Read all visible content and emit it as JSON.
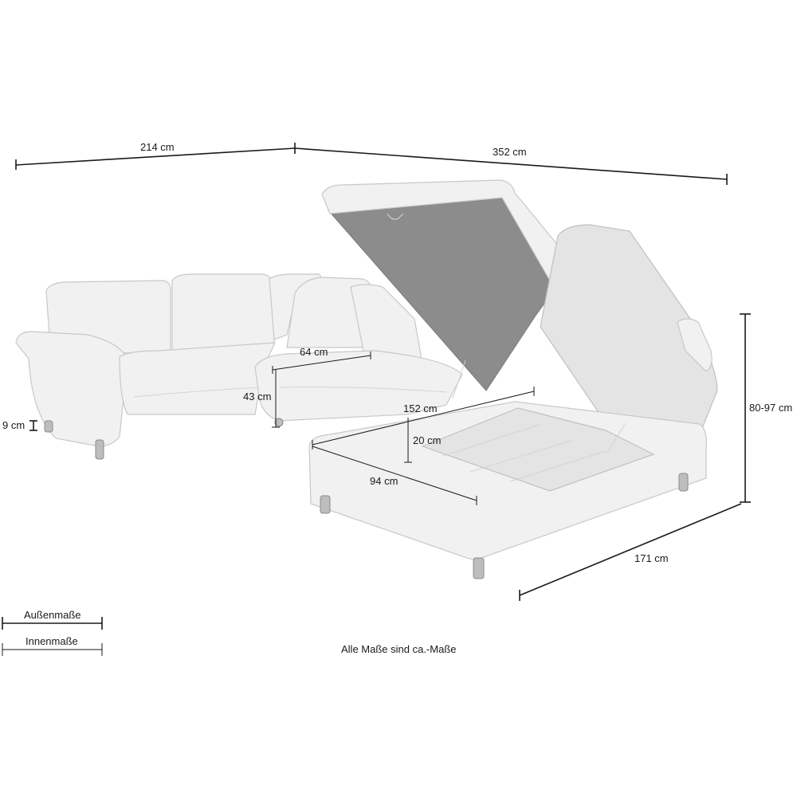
{
  "dimensions": {
    "width_left": "214 cm",
    "width_right": "352 cm",
    "height_total": "80-97 cm",
    "depth_recamiere": "171 cm",
    "seat_depth": "64 cm",
    "seat_height": "43 cm",
    "leg_height": "9 cm",
    "storage_length": "152 cm",
    "storage_depth": "20 cm",
    "storage_width": "94 cm"
  },
  "legend": {
    "outer_label": "Außenmaße",
    "inner_label": "Innenmaße"
  },
  "footer_note": "Alle Maße sind ca.-Maße"
}
